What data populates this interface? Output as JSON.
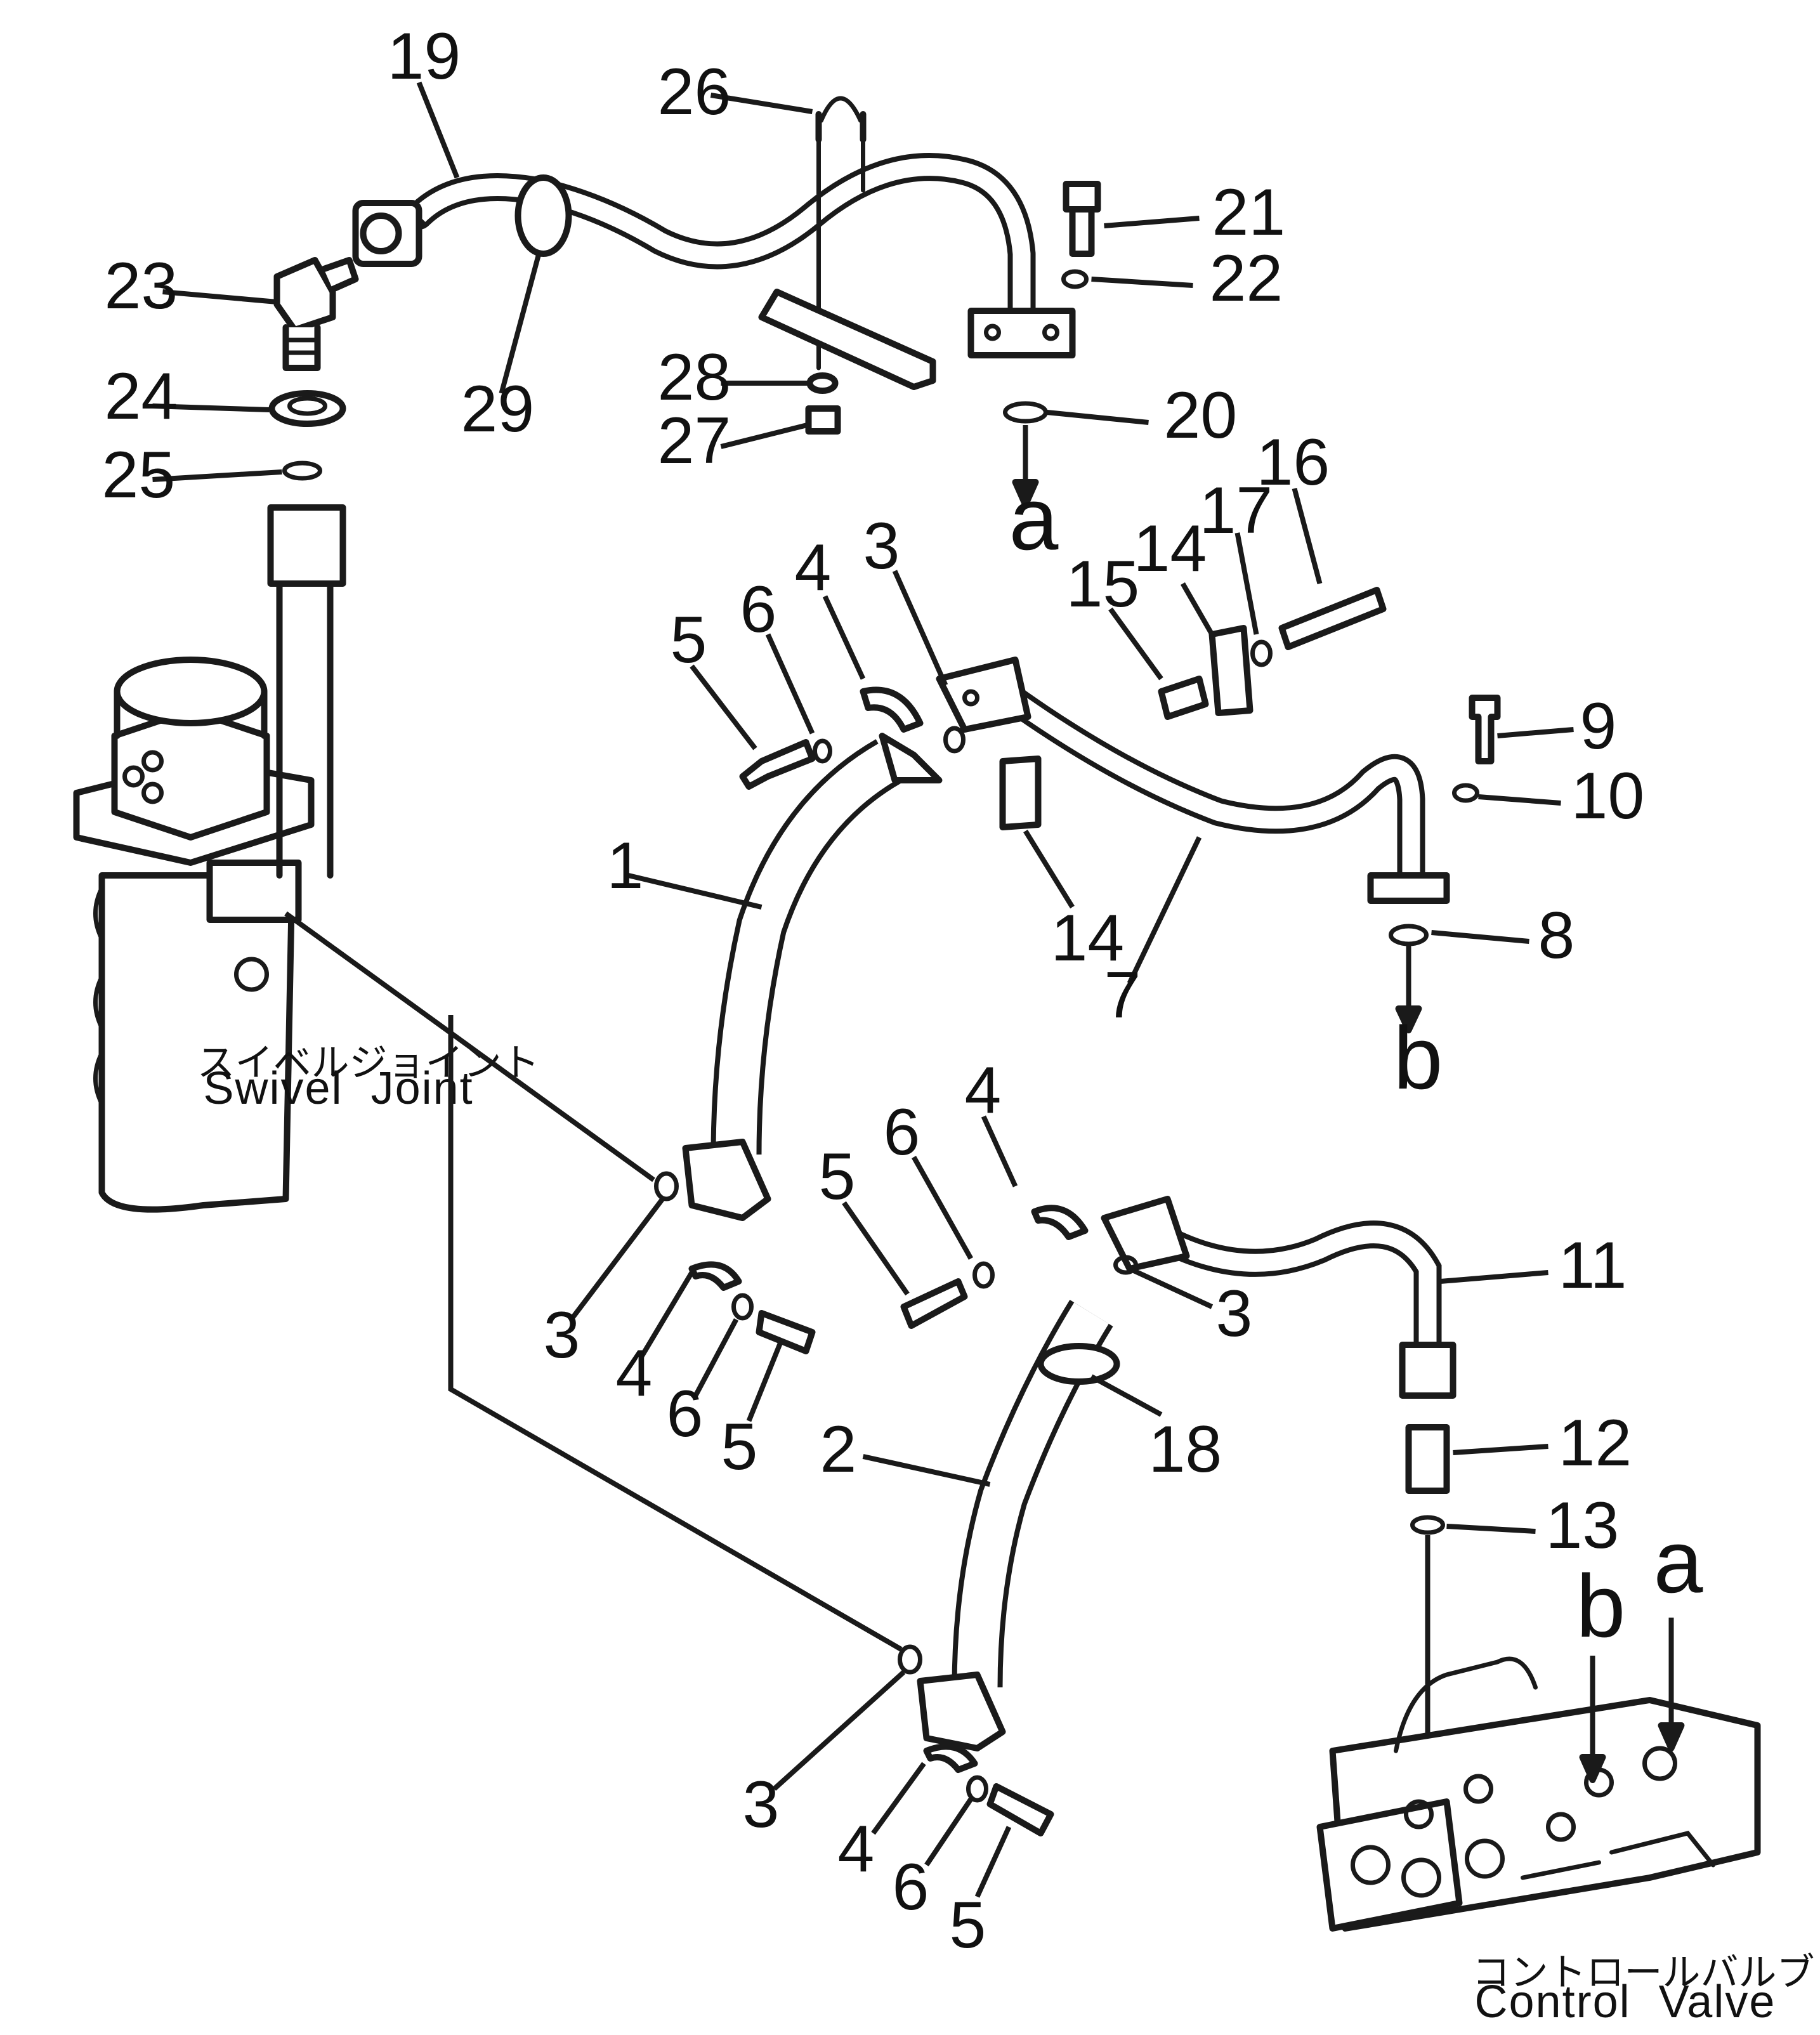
{
  "components": {
    "swivel_joint": {
      "label_ja": "スイベルジョイント",
      "label_en": "Swivel  Joint"
    },
    "control_valve": {
      "label_ja": "コントロールバルブ",
      "label_en": "Control  Valve"
    }
  },
  "ports": {
    "a": "a",
    "b": "b"
  },
  "part_numbers": [
    "1",
    "2",
    "3",
    "4",
    "5",
    "6",
    "7",
    "8",
    "9",
    "10",
    "11",
    "12",
    "13",
    "14",
    "15",
    "16",
    "17",
    "18",
    "19",
    "20",
    "21",
    "22",
    "23",
    "24",
    "25",
    "26",
    "27",
    "28",
    "29"
  ]
}
